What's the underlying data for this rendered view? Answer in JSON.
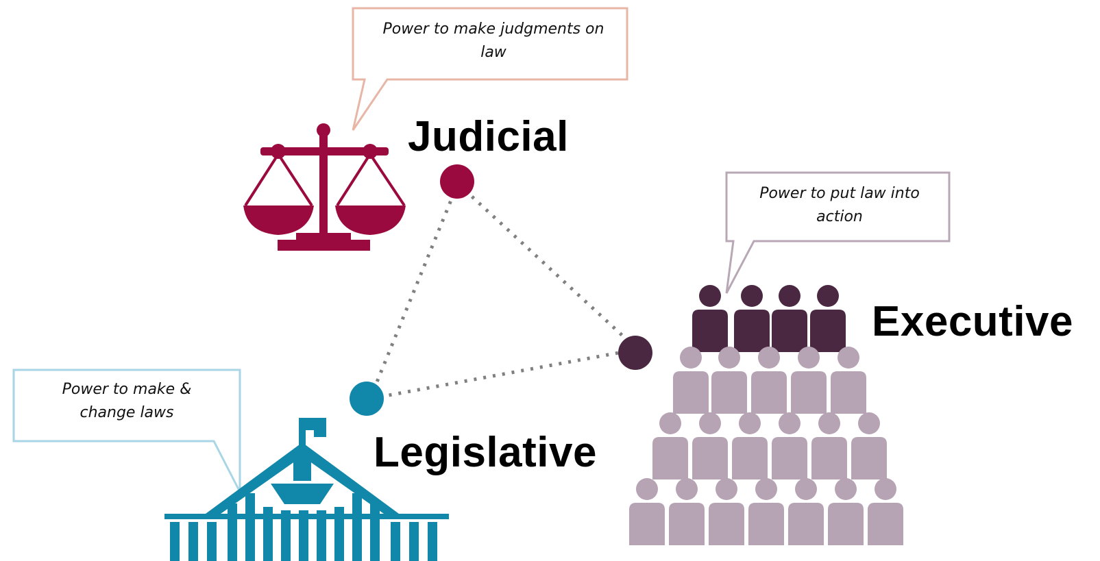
{
  "branches": {
    "judicial": {
      "label": "Judicial",
      "callout": "Power to make judgments on law",
      "color": "#9b0a3f",
      "icon": "scales-of-justice-icon"
    },
    "executive": {
      "label": "Executive",
      "callout": "Power to put law into action",
      "color": "#4a2841",
      "icon": "people-group-icon"
    },
    "legislative": {
      "label": "Legislative",
      "callout": "Power to make & change laws",
      "color": "#1187a9",
      "icon": "parliament-house-icon"
    }
  },
  "colors": {
    "executive_crowd": "#b6a3b3",
    "judicial_callout_border": "#e8b6a6",
    "executive_callout_border": "#b8a8b6",
    "legislative_callout_border": "#a8d6e6",
    "connector": "#808080"
  }
}
